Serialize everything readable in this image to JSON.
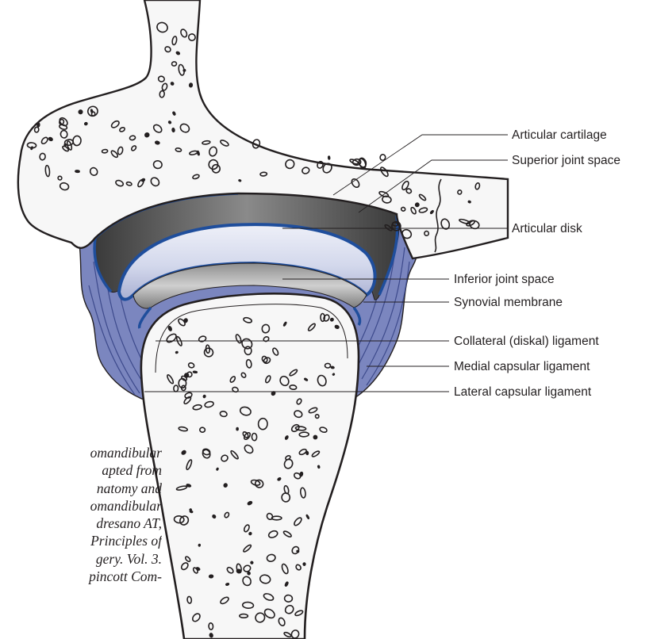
{
  "labels": {
    "articular_cartilage": "Articular cartilage",
    "superior_joint_space": "Superior joint space",
    "articular_disk": "Articular disk",
    "inferior_joint_space": "Inferior joint space",
    "synovial_membrane": "Synovial membrane",
    "collateral_ligament": "Collateral (diskal) ligament",
    "medial_capsular_ligament": "Medial capsular ligament",
    "lateral_capsular_ligament": "Lateral capsular ligament"
  },
  "caption_lines": [
    "omandibular",
    "apted from",
    "natomy and",
    "omandibular",
    "dresano AT,",
    "Principles of",
    "gery. Vol. 3.",
    "pincott Com-"
  ],
  "colors": {
    "bone_fill": "#f7f7f7",
    "outline": "#231f20",
    "capsule_blue": "#7b86bf",
    "synovial_blue": "#1f4e9c",
    "disk_light": "#d9def0",
    "joint_space_dark": "#4a4a4a"
  }
}
